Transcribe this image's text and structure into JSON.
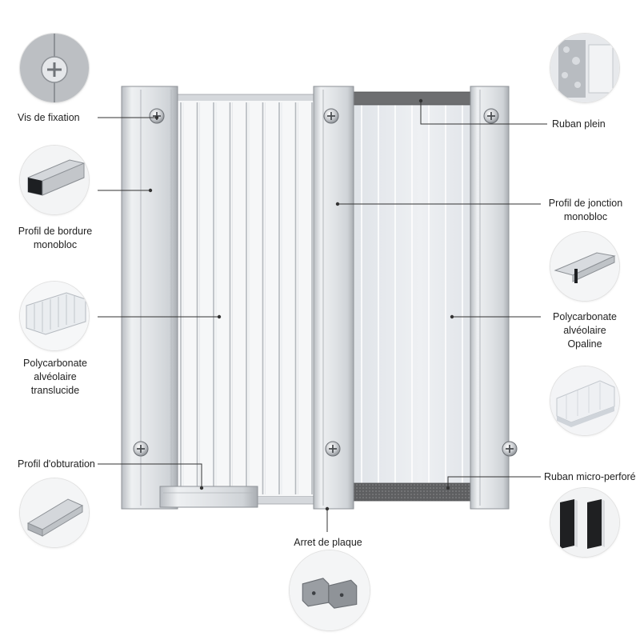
{
  "labels": {
    "vis_fixation": "Vis de fixation",
    "profil_bordure": [
      "Profil de bordure",
      "monobloc"
    ],
    "polycarbonate_translucide": [
      "Polycarbonate",
      "alvéolaire",
      "translucide"
    ],
    "profil_obturation": "Profil d'obturation",
    "arret_plaque": "Arret de plaque",
    "ruban_plein": "Ruban plein",
    "profil_jonction": [
      "Profil de jonction",
      "monobloc"
    ],
    "polycarbonate_opaline": [
      "Polycarbonate",
      "alvéolaire",
      "Opaline"
    ],
    "ruban_micro_perfore": "Ruban micro-perforé"
  },
  "colors": {
    "aluminium_light": "#e9eaec",
    "aluminium_mid": "#c9ccd0",
    "aluminium_dark": "#9ea2a7",
    "opaline": "#e3e6ea",
    "tape": "#6d6e70",
    "leader_line": "#333333"
  },
  "icons": {
    "vis_fixation": "screw-thumbnail-icon",
    "profil_bordure": "edge-profile-thumbnail-icon",
    "polycarbonate_translucide": "translucent-sheet-thumbnail-icon",
    "profil_obturation": "closure-profile-thumbnail-icon",
    "arret_plaque": "panel-stop-thumbnail-icon",
    "ruban_plein": "solid-tape-thumbnail-icon",
    "profil_jonction": "junction-profile-thumbnail-icon",
    "polycarbonate_opaline": "opal-sheet-thumbnail-icon",
    "ruban_micro_perfore": "perforated-tape-thumbnail-icon"
  }
}
